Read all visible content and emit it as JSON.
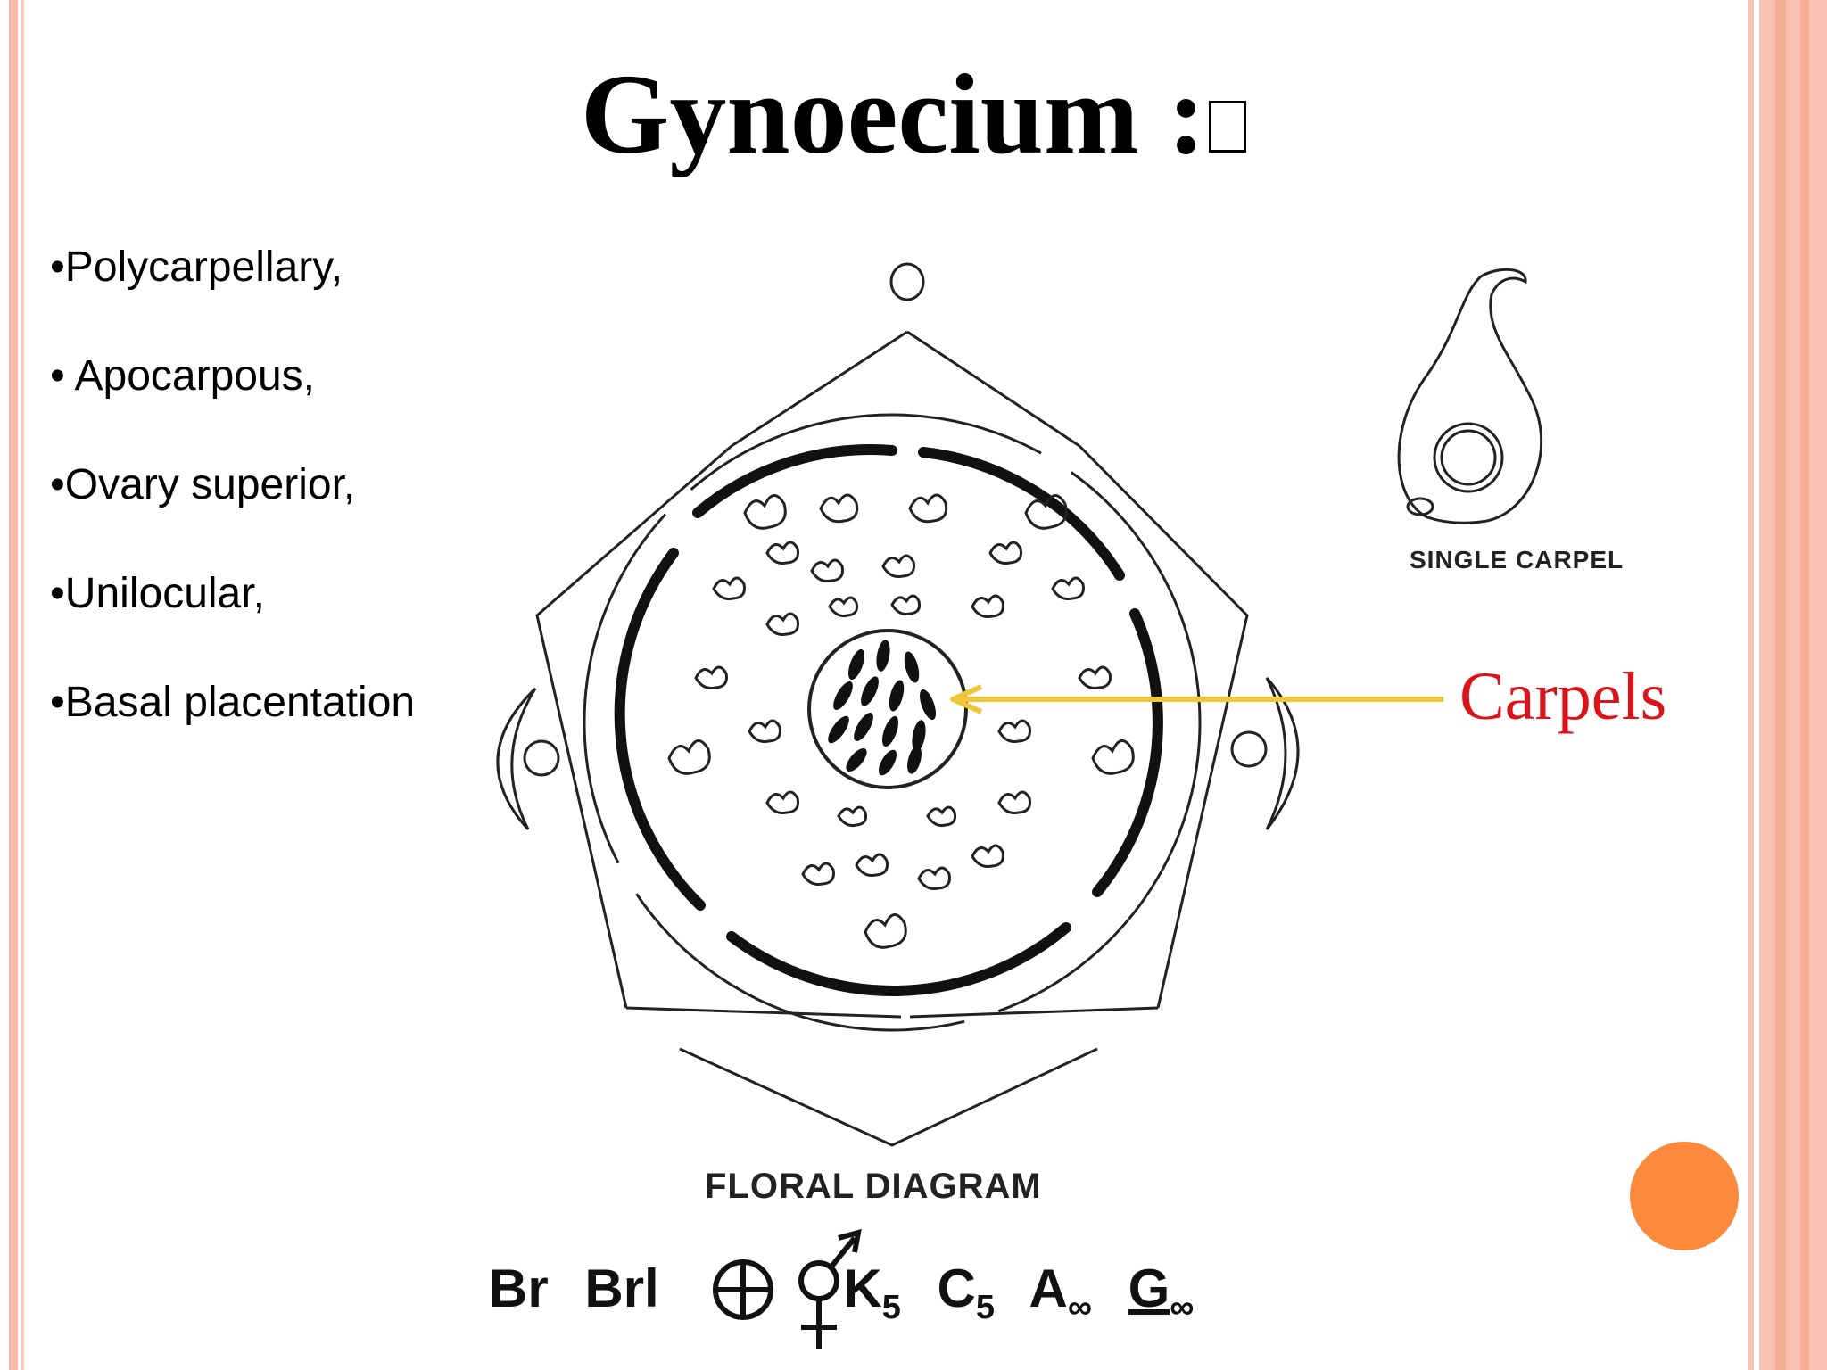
{
  "slide": {
    "title": "Gynoecium :",
    "bullets": [
      "•Polycarpellary,",
      "• Apocarpous,",
      "•Ovary superior,",
      "•Unilocular,",
      "•Basal placentation"
    ],
    "annotation_label": "Carpels",
    "single_carpel_caption": "SINGLE CARPEL",
    "floral_diagram_caption": "FLORAL DIAGRAM",
    "formula": {
      "br": "Br",
      "brl": "Brl",
      "k": "K",
      "k_sub": "5",
      "c": "C",
      "c_sub": "5",
      "a": "A",
      "a_sub": "∞",
      "g": "G",
      "g_sub": "∞"
    }
  },
  "colors": {
    "frame": "#f7b9a8",
    "label_red": "#d9141a",
    "arrow_yellow": "#f0c63a",
    "accent_orange": "#fd8a3c"
  }
}
